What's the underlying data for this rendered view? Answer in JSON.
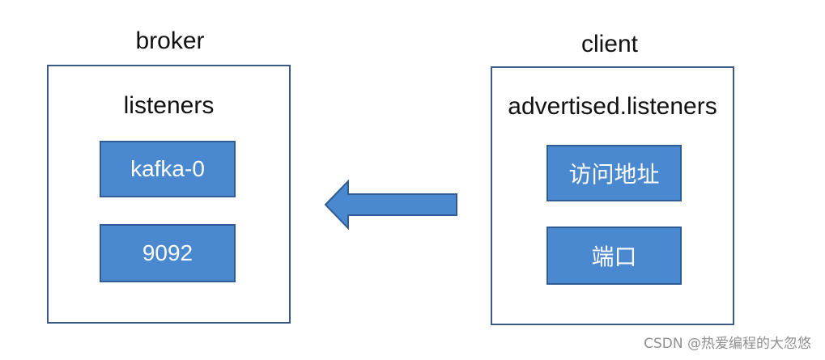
{
  "broker": {
    "title": "broker",
    "panel_title": "listeners",
    "items": [
      "kafka-0",
      "9092"
    ]
  },
  "client": {
    "title": "client",
    "panel_title": "advertised.listeners",
    "items": [
      "访问地址",
      "端口"
    ]
  },
  "arrow": {
    "direction": "client-to-broker",
    "fill_color": "#4a88d0",
    "stroke_color": "#2f5c94"
  },
  "watermark": "CSDN @热爱编程的大忽悠",
  "colors": {
    "panel_border": "#3b5a86",
    "box_fill": "#4a88d0",
    "box_border": "#2f5c94",
    "text": "#111111"
  }
}
